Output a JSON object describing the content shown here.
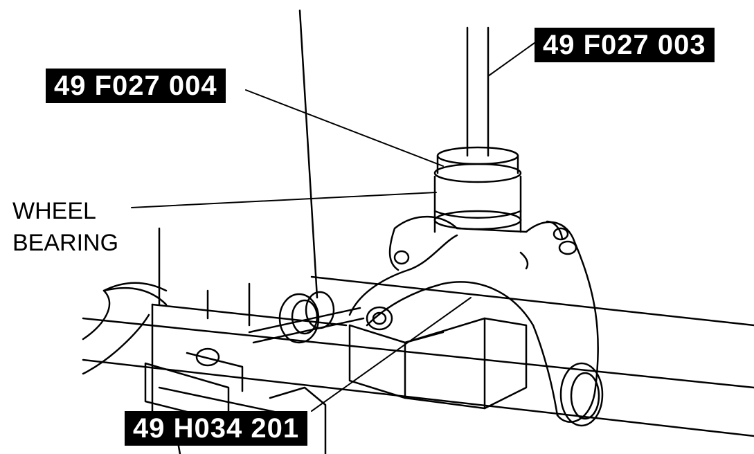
{
  "labels": {
    "tool_top_right": "49 F027 003",
    "tool_top_left": "49 F027 004",
    "tool_bottom": "49 H034 201",
    "part_line1": "WHEEL",
    "part_line2": "BEARING"
  },
  "colors": {
    "ink": "#000000",
    "paper": "#ffffff",
    "label_bg": "#000000",
    "label_text": "#ffffff"
  }
}
